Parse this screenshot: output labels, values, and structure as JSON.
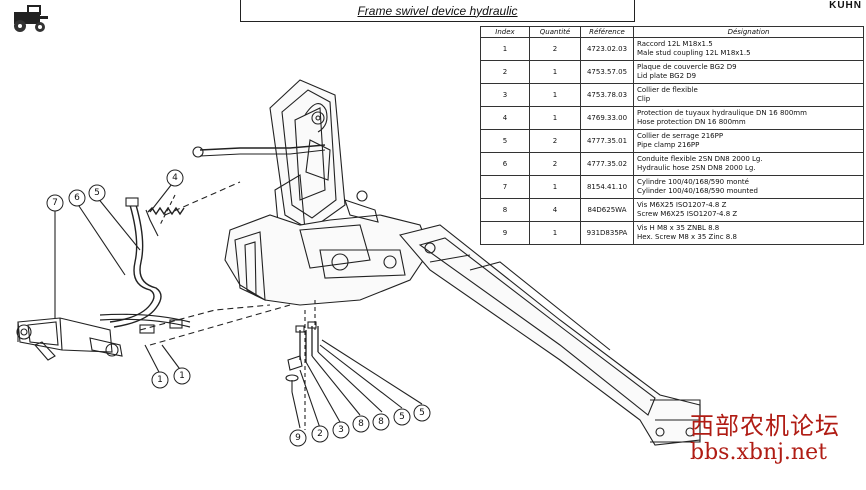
{
  "header": {
    "title": "Frame swivel device hydraulic",
    "brand": "KUHN"
  },
  "parts_table": {
    "columns": [
      "Index",
      "Quantité",
      "Référence",
      "Désignation"
    ],
    "rows": [
      {
        "index": "1",
        "qty": "2",
        "ref": "4723.02.03",
        "desc1": "Raccord 12L M18x1.5",
        "desc2": "Male stud coupling 12L M18x1.5"
      },
      {
        "index": "2",
        "qty": "1",
        "ref": "4753.57.05",
        "desc1": "Plaque de couvercle BG2 D9",
        "desc2": "Lid plate BG2 D9"
      },
      {
        "index": "3",
        "qty": "1",
        "ref": "4753.78.03",
        "desc1": "Collier de flexible",
        "desc2": "Clip"
      },
      {
        "index": "4",
        "qty": "1",
        "ref": "4769.33.00",
        "desc1": "Protection de tuyaux hydraulique DN 16 800mm",
        "desc2": "Hose protection DN 16   800mm"
      },
      {
        "index": "5",
        "qty": "2",
        "ref": "4777.35.01",
        "desc1": "Collier de serrage  216PP",
        "desc2": "Pipe clamp  216PP"
      },
      {
        "index": "6",
        "qty": "2",
        "ref": "4777.35.02",
        "desc1": "Conduite flexible 2SN DN8 2000 Lg.",
        "desc2": "Hydraulic hose 2SN DN8 2000 Lg."
      },
      {
        "index": "7",
        "qty": "1",
        "ref": "8154.41.10",
        "desc1": "Cylindre 100/40/168/590 monté",
        "desc2": "Cylinder 100/40/168/590 mounted"
      },
      {
        "index": "8",
        "qty": "4",
        "ref": "84D625WA",
        "desc1": "Vis M6X25 ISO1207-4.8 Z",
        "desc2": "Screw M6X25 ISO1207-4.8 Z"
      },
      {
        "index": "9",
        "qty": "1",
        "ref": "931D835PA",
        "desc1": "Vis H M8 x 35 ZNBL 8.8",
        "desc2": "Hex. Screw M8 x 35 Zinc 8.8"
      }
    ]
  },
  "callouts": [
    "7",
    "6",
    "5",
    "4",
    "1",
    "1",
    "9",
    "2",
    "3",
    "8",
    "8",
    "5",
    "5"
  ],
  "watermark": {
    "line1": "西部农机论坛",
    "line2": "bbs.xbnj.net"
  }
}
